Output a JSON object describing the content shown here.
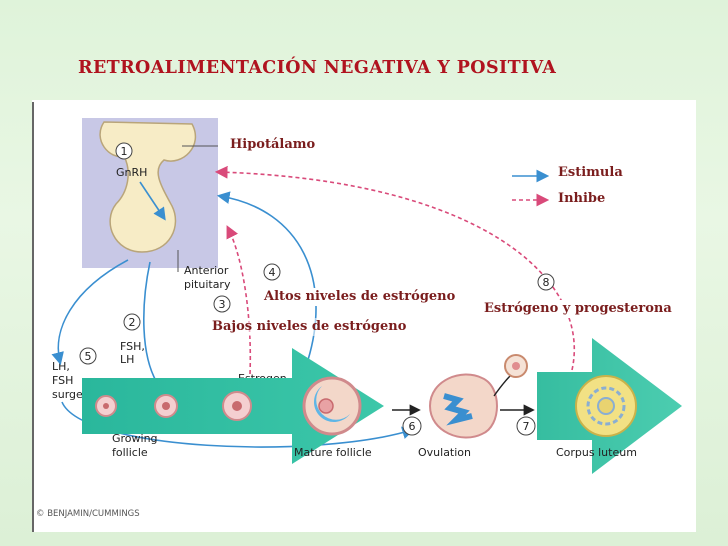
{
  "slide_title": "RETROALIMENTACIÓN NEGATIVA Y POSITIVA",
  "overlays": {
    "hipotalamo": "Hipotálamo",
    "estimula": "Estimula",
    "inhibe": "Inhibe",
    "altos_niveles": "Altos niveles de estrógeno",
    "estrogeno_progesterona": "Estrógeno y progesterona",
    "bajos_niveles": "Bajos niveles de estrógeno"
  },
  "figure": {
    "step_numbers": [
      "1",
      "2",
      "3",
      "3",
      "4",
      "5",
      "6",
      "7",
      "8"
    ],
    "gnrh": "GnRH",
    "anterior_pituitary_line1": "Anterior",
    "anterior_pituitary_line2": "pituitary",
    "fsh_lh_line1": "FSH,",
    "fsh_lh_line2": "LH",
    "lh_surge_line1": "LH,",
    "lh_surge_line2": "FSH",
    "lh_surge_line3": "surge",
    "estrogen": "Estrogen",
    "growing_follicle_line1": "Growing",
    "growing_follicle_line2": "follicle",
    "mature_follicle": "Mature follicle",
    "ovulation": "Ovulation",
    "corpus_luteum": "Corpus luteum",
    "credit": "© BENJAMIN/CUMMINGS"
  },
  "colors": {
    "title": "#b0131f",
    "label_text": "#7a1d1d",
    "stimulate_arrow": "#3a8fd0",
    "inhibit_arrow": "#d94a7a",
    "hypothalamus": "#c8c8e6",
    "pituitary": "#f7ecc6",
    "ovary_arrow": "#1fa98f"
  }
}
